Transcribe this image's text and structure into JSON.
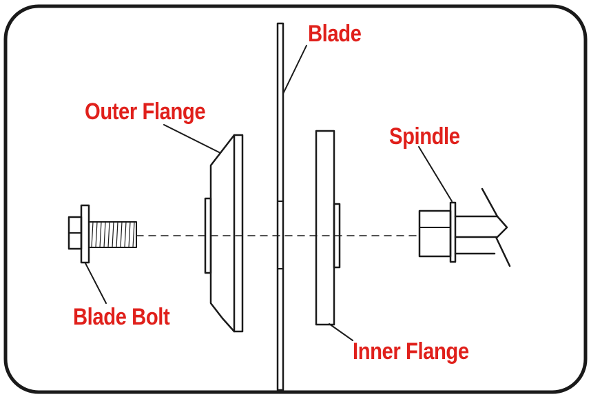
{
  "labels": {
    "blade": "Blade",
    "outer_flange": "Outer Flange",
    "spindle": "Spindle",
    "blade_bolt": "Blade Bolt",
    "inner_flange": "Inner Flange"
  },
  "colors": {
    "label": "#e0201b",
    "line": "#1a1a1a",
    "frame": "#1a1a1a",
    "background": "#ffffff"
  }
}
